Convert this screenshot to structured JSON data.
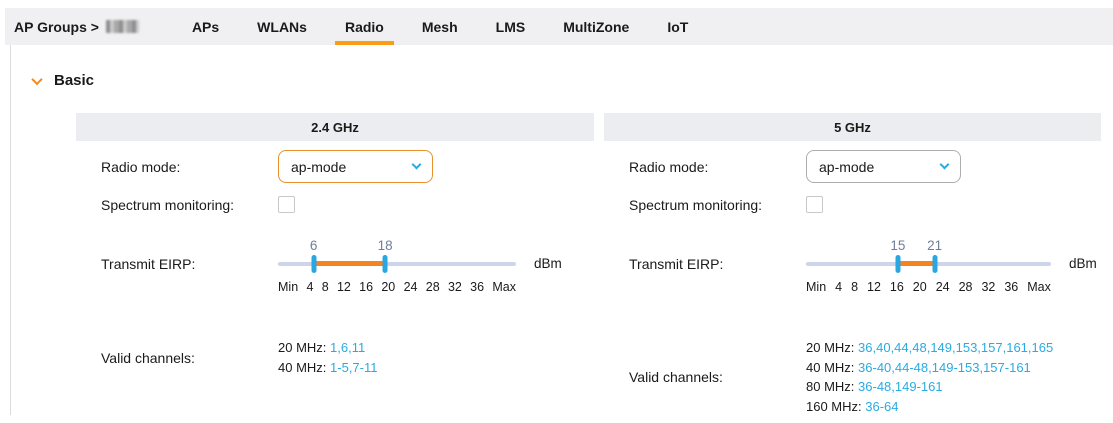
{
  "colors": {
    "accent_orange": "#F6891F",
    "tab_underline_orange": "#FA9D14",
    "slider_range_orange": "#F5831F",
    "link_blue": "#29ABE2",
    "slider_handle_blue": "#2AA7E0",
    "slider_track": "#CCD5E9",
    "tab_bar_bg": "#F0F0F2",
    "panel_header_bg": "#EBEDF1"
  },
  "header": {
    "breadcrumb": "AP Groups >",
    "breadcrumb_name_redacted": true,
    "tabs": [
      {
        "label": "APs",
        "active": false
      },
      {
        "label": "WLANs",
        "active": false
      },
      {
        "label": "Radio",
        "active": true
      },
      {
        "label": "Mesh",
        "active": false
      },
      {
        "label": "LMS",
        "active": false
      },
      {
        "label": "MultiZone",
        "active": false
      },
      {
        "label": "IoT",
        "active": false
      }
    ]
  },
  "section": {
    "title": "Basic",
    "expanded": true
  },
  "panels": [
    {
      "title": "2.4 GHz",
      "radio_mode": {
        "label": "Radio mode:",
        "value": "ap-mode",
        "focused": true
      },
      "spectrum": {
        "label": "Spectrum monitoring:",
        "checked": false
      },
      "eirp": {
        "label": "Transmit EIRP:",
        "unit": "dBm",
        "min_value": 6,
        "max_value": 18,
        "scale_min": 0,
        "scale_max": 40,
        "ticks": [
          "Min",
          "4",
          "8",
          "12",
          "16",
          "20",
          "24",
          "28",
          "32",
          "36",
          "Max"
        ]
      },
      "valid_channels": {
        "label": "Valid channels:",
        "rows": [
          {
            "width": "20 MHz:",
            "channels": "1,6,11"
          },
          {
            "width": "40 MHz:",
            "channels": "1-5,7-11"
          }
        ]
      }
    },
    {
      "title": "5 GHz",
      "radio_mode": {
        "label": "Radio mode:",
        "value": "ap-mode",
        "focused": false
      },
      "spectrum": {
        "label": "Spectrum monitoring:",
        "checked": false
      },
      "eirp": {
        "label": "Transmit EIRP:",
        "unit": "dBm",
        "min_value": 15,
        "max_value": 21,
        "scale_min": 0,
        "scale_max": 40,
        "ticks": [
          "Min",
          "4",
          "8",
          "12",
          "16",
          "20",
          "24",
          "28",
          "32",
          "36",
          "Max"
        ]
      },
      "valid_channels": {
        "label": "Valid channels:",
        "rows": [
          {
            "width": "20 MHz:",
            "channels": "36,40,44,48,149,153,157,161,165"
          },
          {
            "width": "40 MHz:",
            "channels": "36-40,44-48,149-153,157-161"
          },
          {
            "width": "80 MHz:",
            "channels": "36-48,149-161"
          },
          {
            "width": "160 MHz:",
            "channels": "36-64"
          }
        ]
      }
    }
  ]
}
